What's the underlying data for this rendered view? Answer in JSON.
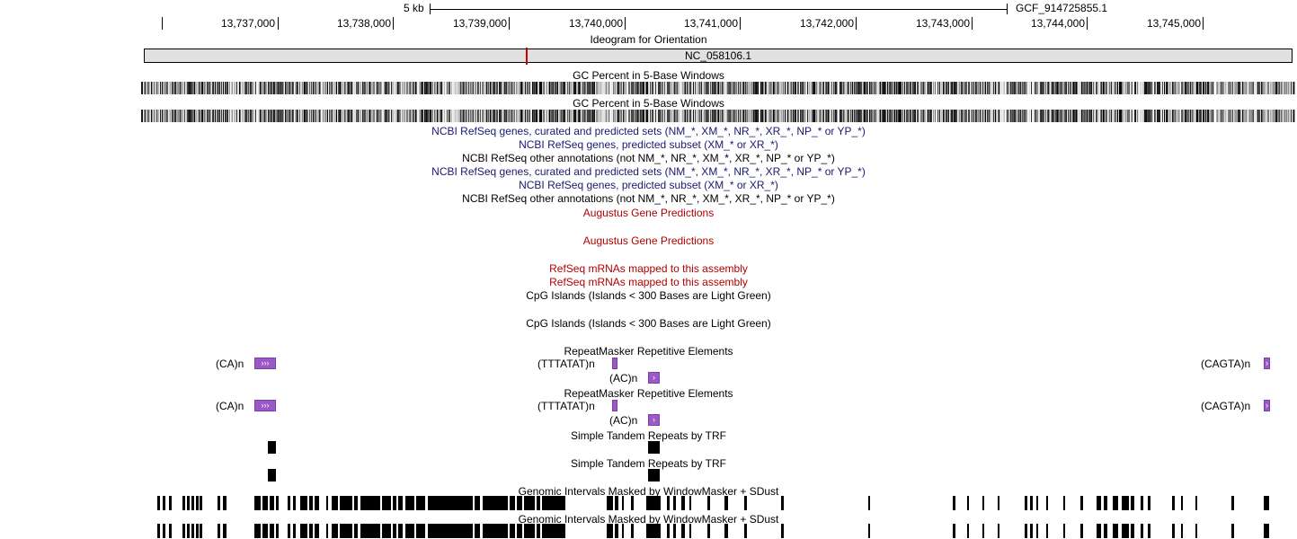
{
  "ruler": {
    "scale_label": "5 kb",
    "assembly_label": "GCF_914725855.1",
    "positions": [
      "13,737,000",
      "13,738,000",
      "13,739,000",
      "13,740,000",
      "13,741,000",
      "13,742,000",
      "13,743,000",
      "13,744,000",
      "13,745,000"
    ]
  },
  "ideogram": {
    "title": "Ideogram for Orientation",
    "chrom_label": "NC_058106.1",
    "colors": {
      "marker": "#cc0000",
      "band": "#e0e0e0"
    }
  },
  "tracks": {
    "gc_percent_1": "GC Percent in 5-Base Windows",
    "gc_percent_2": "GC Percent in 5-Base Windows",
    "refseq_curated_1": "NCBI RefSeq genes, curated and predicted sets (NM_*, XM_*, NR_*, XR_*, NP_* or YP_*)",
    "refseq_predicted_1": "NCBI RefSeq genes, predicted subset (XM_* or XR_*)",
    "refseq_other_1": "NCBI RefSeq other annotations (not NM_*, NR_*, XM_*, XR_*, NP_* or YP_*)",
    "refseq_curated_2": "NCBI RefSeq genes, curated and predicted sets (NM_*, XM_*, NR_*, XR_*, NP_* or YP_*)",
    "refseq_predicted_2": "NCBI RefSeq genes, predicted subset (XM_* or XR_*)",
    "refseq_other_2": "NCBI RefSeq other annotations (not NM_*, NR_*, XM_*, XR_*, NP_* or YP_*)",
    "augustus_1": "Augustus Gene Predictions",
    "augustus_2": "Augustus Gene Predictions",
    "refseq_mrna_1": "RefSeq mRNAs mapped to this assembly",
    "refseq_mrna_2": "RefSeq mRNAs mapped to this assembly",
    "cpg_1": "CpG Islands (Islands < 300 Bases are Light Green)",
    "cpg_2": "CpG Islands (Islands < 300 Bases are Light Green)",
    "repeatmasker_1": "RepeatMasker Repetitive Elements",
    "repeatmasker_2": "RepeatMasker Repetitive Elements",
    "trf_1": "Simple Tandem Repeats by TRF",
    "trf_2": "Simple Tandem Repeats by TRF",
    "windowmasker_1": "Genomic Intervals Masked by WindowMasker + SDust",
    "windowmasker_2": "Genomic Intervals Masked by WindowMasker + SDust"
  },
  "repeats": {
    "ca_label": "(CA)n",
    "ca_arrows": "›››",
    "tttatat_label": "(TTTATAT)n",
    "ac_label": "(AC)n",
    "ac_arrows": "›",
    "cagta_label": "(CAGTA)n",
    "cagta_arrows": "›"
  },
  "colors": {
    "link_blue": "#191970",
    "augustus_red": "#b30000",
    "repeat_purple": "#9b59c8"
  }
}
